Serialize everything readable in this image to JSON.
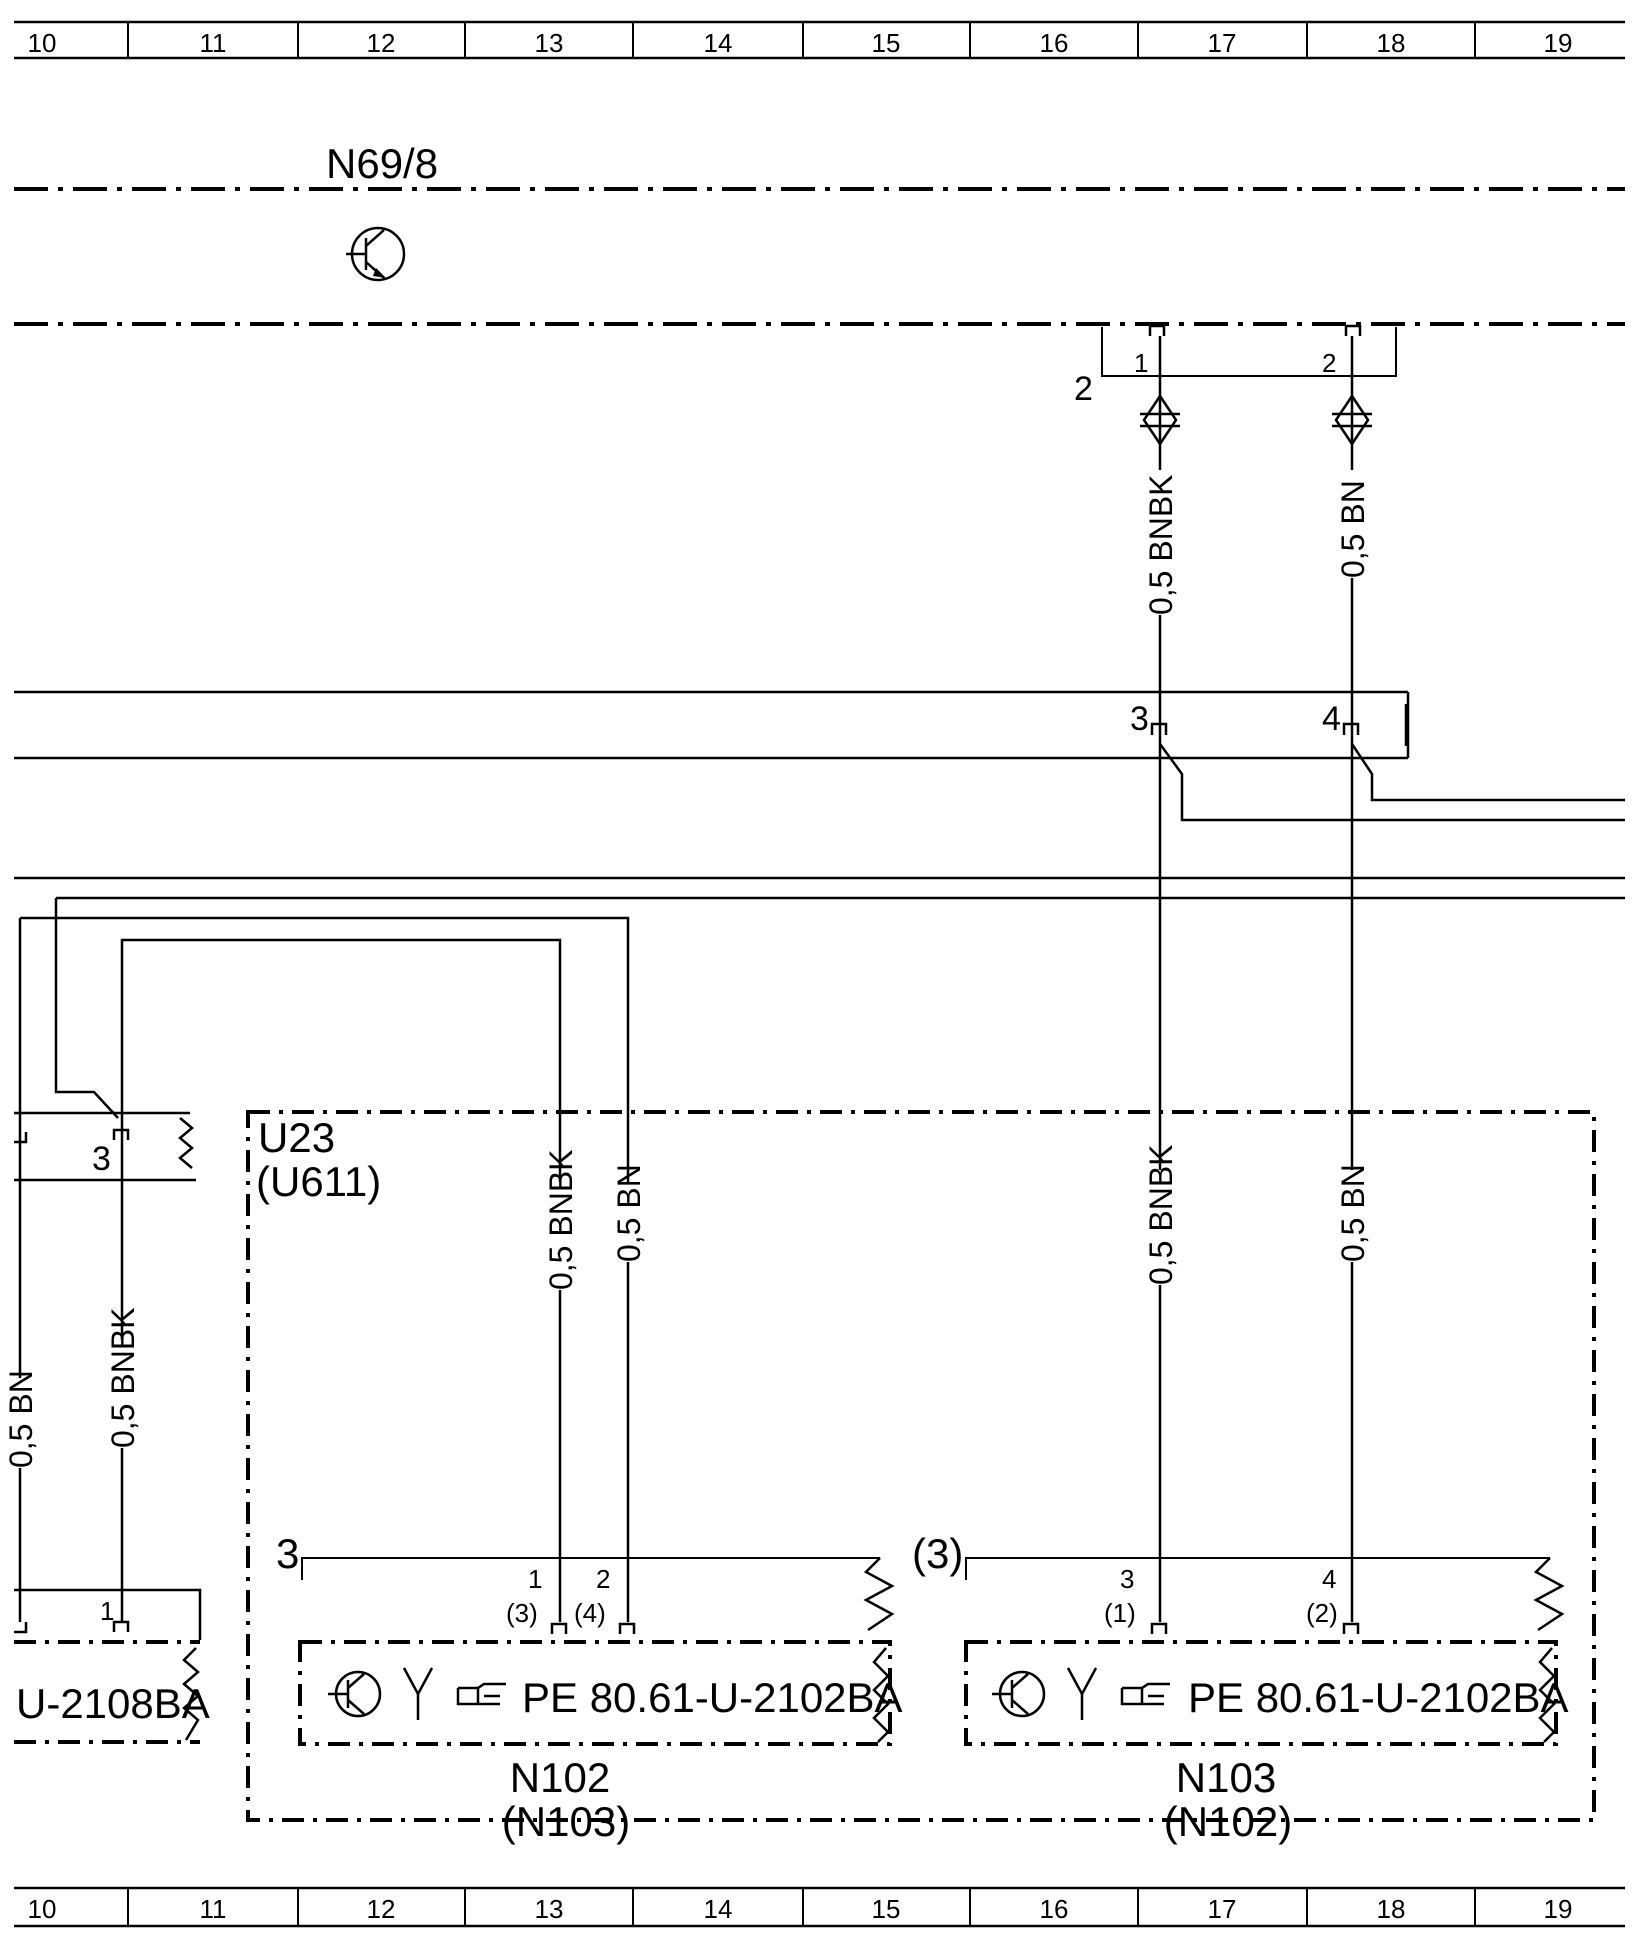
{
  "ruler": {
    "columns": [
      "10",
      "11",
      "12",
      "13",
      "14",
      "15",
      "16",
      "17",
      "18",
      "19"
    ]
  },
  "components": {
    "n69_8": "N69/8",
    "u23": "U23",
    "u611": "(U611)",
    "n102": "N102",
    "n102_alt": "(N103)",
    "n103": "N103",
    "n103_alt": "(N102)"
  },
  "module_text": {
    "n102_ref": "PE  80.61-U-2102BA",
    "n103_ref": "PE  80.61-U-2102BA",
    "left_ref": "U-2108BA"
  },
  "connectors": {
    "top_group": "2",
    "top_pin1": "1",
    "top_pin2": "2",
    "mid_pin3": "3",
    "mid_pin4": "4",
    "left_pin3": "3",
    "left_bottom_pin": "1",
    "n102_group": "3",
    "n102_pin1": "1",
    "n102_pin1_alt": "(3)",
    "n102_pin2": "2",
    "n102_pin2_alt": "(4)",
    "n103_group": "(3)",
    "n103_pin3": "3",
    "n103_pin3_alt": "(1)",
    "n103_pin4": "4",
    "n103_pin4_alt": "(2)"
  },
  "wires": {
    "top_left": "0,5  BNBK",
    "top_right": "0,5  BN",
    "n102_left": "0,5  BNBK",
    "n102_right": "0,5  BN",
    "n103_left": "0,5  BNBK",
    "n103_right": "0,5  BN",
    "far_left_bn": "0,5  BN",
    "far_left_bnbk": "0,5  BNBK"
  },
  "icons": [
    "transistor-icon",
    "antenna-icon",
    "pointing-hand-icon"
  ]
}
